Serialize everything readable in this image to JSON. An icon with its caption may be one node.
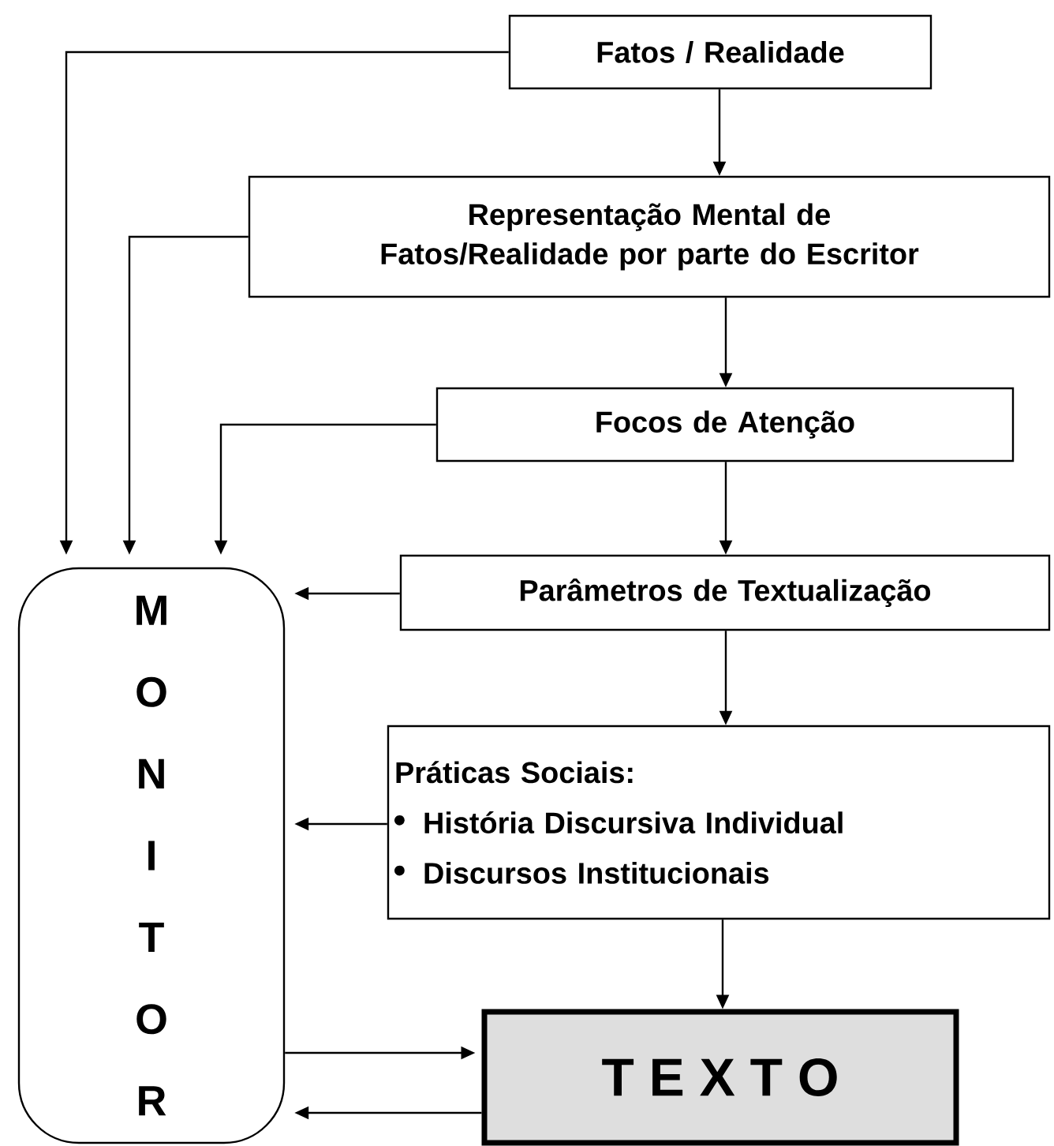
{
  "diagram": {
    "nodes": [
      {
        "text": [
          "Fatos / Realidade"
        ]
      },
      {
        "text": [
          "Representação Mental de Fatos/Realidade por parte do Escritor"
        ]
      },
      {
        "text": [
          "Focos de Atenção"
        ]
      },
      {
        "text": [
          "Parâmetros de Textualização"
        ]
      },
      {
        "text": [
          "Práticas Sociais:",
          "História Discursiva Individual",
          "Discursos Institucionais"
        ]
      },
      {
        "text": [
          "T E X T O"
        ]
      },
      {
        "text": [
          "M O N I T O R"
        ]
      }
    ],
    "edges": [
      {
        "from": 0,
        "to": 1,
        "arrow": "to"
      },
      {
        "from": 1,
        "to": 2,
        "arrow": "to"
      },
      {
        "from": 2,
        "to": 3,
        "arrow": "to"
      },
      {
        "from": 3,
        "to": 4,
        "arrow": "to"
      },
      {
        "from": 4,
        "to": 5,
        "arrow": "to"
      },
      {
        "from": 0,
        "to": 6,
        "arrow": "to"
      },
      {
        "from": 1,
        "to": 6,
        "arrow": "to"
      },
      {
        "from": 2,
        "to": 6,
        "arrow": "to"
      },
      {
        "from": 3,
        "to": 6,
        "arrow": "to"
      },
      {
        "from": 4,
        "to": 6,
        "arrow": "to"
      },
      {
        "from": 6,
        "to": 5,
        "arrow": "to"
      },
      {
        "from": 5,
        "to": 6,
        "arrow": "to"
      }
    ]
  }
}
